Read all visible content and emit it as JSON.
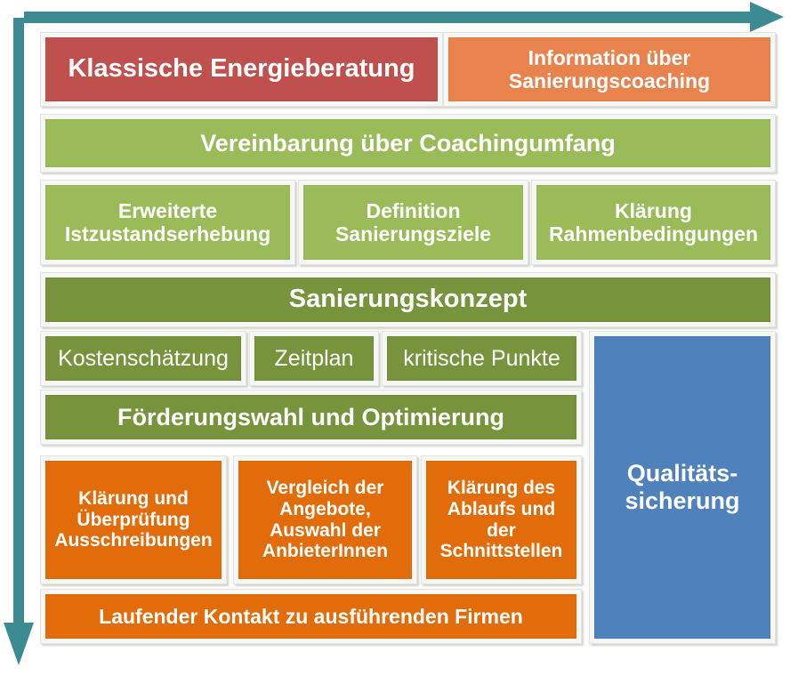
{
  "diagram": {
    "title": "Sanierungscoaching Ablaufdiagramm",
    "colors": {
      "arrow_teal": "#3C8A92",
      "red": "#C0504D",
      "orange_light": "#E8834E",
      "green_light": "#9BBB59",
      "green_dark": "#77933C",
      "orange": "#E36C0A",
      "blue": "#4F81BD"
    },
    "arrows": {
      "horizontal": "arrow-right",
      "vertical": "arrow-down"
    },
    "rows": [
      {
        "id": "row-1",
        "boxes": [
          {
            "id": "klassische-energieberatung",
            "label": "Klassische  Energieberatung",
            "color": "red"
          },
          {
            "id": "information-sanierungscoaching",
            "label": "Information über Sanierungscoaching",
            "color": "orange_light"
          }
        ]
      },
      {
        "id": "row-2",
        "boxes": [
          {
            "id": "vereinbarung-coachingumfang",
            "label": "Vereinbarung über Coachingumfang",
            "color": "green_light"
          }
        ]
      },
      {
        "id": "row-3",
        "boxes": [
          {
            "id": "erweiterte-istzustandserhebung",
            "label": "Erweiterte Istzustandserhebung",
            "color": "green_light"
          },
          {
            "id": "definition-sanierungsziele",
            "label": "Definition Sanierungsziele",
            "color": "green_light"
          },
          {
            "id": "klaerung-rahmenbedingungen",
            "label": "Klärung Rahmenbedingungen",
            "color": "green_light"
          }
        ]
      },
      {
        "id": "row-4",
        "boxes": [
          {
            "id": "sanierungskonzept",
            "label": "Sanierungskonzept",
            "color": "green_dark"
          }
        ]
      },
      {
        "id": "row-5",
        "boxes": [
          {
            "id": "kostenschaetzung",
            "label": "Kostenschätzung",
            "color": "green_dark"
          },
          {
            "id": "zeitplan",
            "label": "Zeitplan",
            "color": "green_dark"
          },
          {
            "id": "kritische-punkte",
            "label": "kritische Punkte",
            "color": "green_dark"
          }
        ]
      },
      {
        "id": "row-6",
        "boxes": [
          {
            "id": "foerderungswahl-optimierung",
            "label": "Förderungswahl und Optimierung",
            "color": "green_dark"
          }
        ]
      },
      {
        "id": "row-7",
        "boxes": [
          {
            "id": "klaerung-ueberpruefung-ausschreibungen",
            "label": "Klärung und Überprüfung Ausschreibungen",
            "color": "orange"
          },
          {
            "id": "vergleich-angebote-auswahl",
            "label": "Vergleich der Angebote, Auswahl der AnbieterInnen",
            "color": "orange"
          },
          {
            "id": "klaerung-ablauf-schnittstellen",
            "label": "Klärung des Ablaufs und der Schnittstellen",
            "color": "orange"
          }
        ]
      },
      {
        "id": "row-8",
        "boxes": [
          {
            "id": "laufender-kontakt-firmen",
            "label": "Laufender Kontakt zu ausführenden Firmen",
            "color": "orange"
          }
        ]
      }
    ],
    "sidebar": {
      "id": "qualitaetssicherung",
      "label": "Qualitäts-\nsicherung",
      "line1": "Qualitäts-",
      "line2": "sicherung",
      "color": "blue"
    }
  }
}
